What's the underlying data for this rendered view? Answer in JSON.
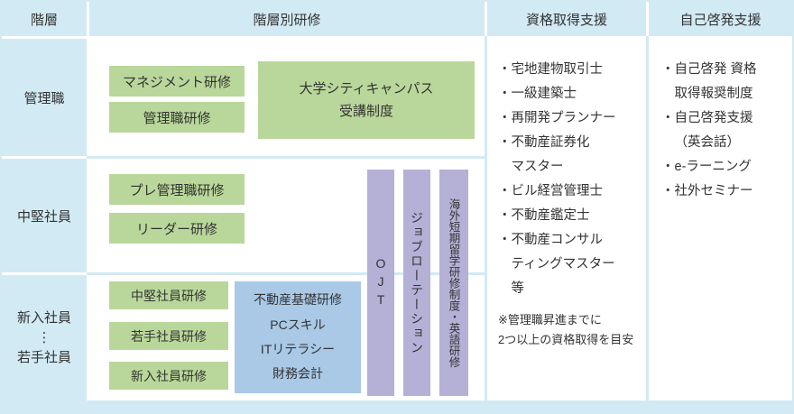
{
  "colors": {
    "cell_blue": "#d2eaf4",
    "box_green": "#b9d79a",
    "box_blue": "#a9c9e6",
    "bar_purple": "#b5b0d6",
    "text": "#333333"
  },
  "header": {
    "hierarchy": "階層",
    "tier_training": "階層別研修",
    "qualification_support": "資格取得支援",
    "self_development_support": "自己啓発支援"
  },
  "tiers": {
    "management": "管理職",
    "midlevel": "中堅社員",
    "newcomer_top": "新入社員",
    "newcomer_dots": "⋮",
    "newcomer_bottom": "若手社員"
  },
  "training": {
    "management_box1": "マネジメント研修",
    "management_box2": "管理職研修",
    "campus_line1": "大学シティキャンパス",
    "campus_line2": "受講制度",
    "midlevel_box1": "プレ管理職研修",
    "midlevel_box2": "リーダー研修",
    "newcomer_box1": "中堅社員研修",
    "newcomer_box2": "若手社員研修",
    "newcomer_box3": "新入社員研修",
    "skills_line1": "不動産基礎研修",
    "skills_line2": "PCスキル",
    "skills_line3": "ITリテラシー",
    "skills_line4": "財務会計",
    "bar_ojt": "OJT",
    "bar_rotation": "ジョブローテーション",
    "bar_overseas": "海外短期留学研修制度・英語研修"
  },
  "qualification": {
    "lines": [
      "・宅地建物取引士",
      "・一級建築士",
      "・再開発プランナー",
      "・不動産証券化",
      "マスター",
      "・ビル経営管理士",
      "・不動産鑑定士",
      "・不動産コンサル",
      "ティングマスター",
      "等",
      "※管理職昇進までに",
      "2つ以上の資格取得を目安"
    ]
  },
  "self_development": {
    "lines": [
      "・自己啓発 資格",
      "取得報奨制度",
      "・自己啓発支援",
      "（英会話）",
      "・e-ラーニング",
      "・社外セミナー"
    ]
  }
}
